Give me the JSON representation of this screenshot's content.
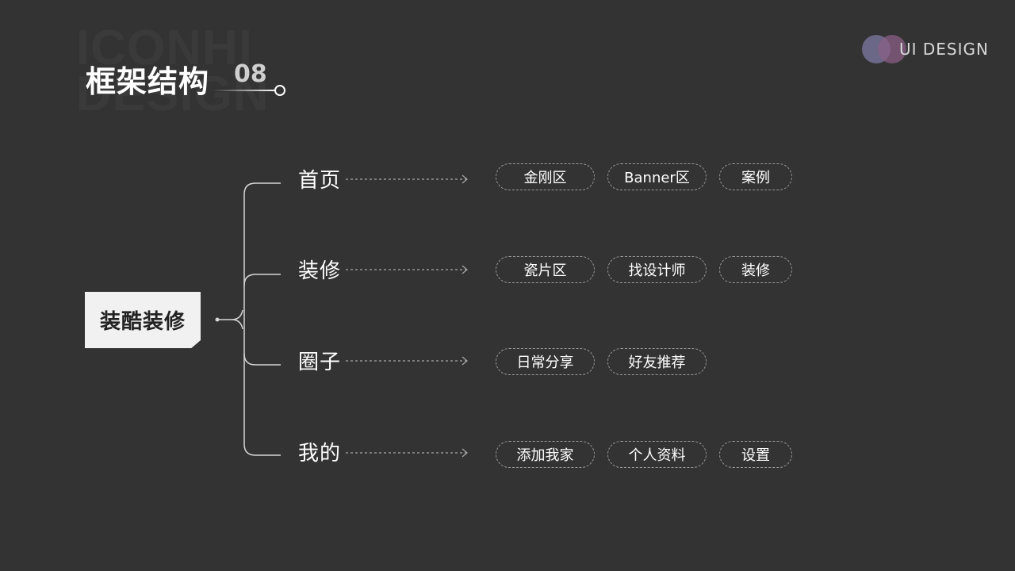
{
  "watermark": {
    "line1": "ICONHI",
    "line2": "DESIGN"
  },
  "header": {
    "title": "框架结构",
    "number": "08"
  },
  "brand": {
    "label": "UI DESIGN"
  },
  "root": {
    "label": "装酷装修"
  },
  "branches": [
    {
      "label": "首页",
      "items": [
        "金刚区",
        "Banner区",
        "案例"
      ]
    },
    {
      "label": "装修",
      "items": [
        "瓷片区",
        "找设计师",
        "装修"
      ]
    },
    {
      "label": "圈子",
      "items": [
        "日常分享",
        "好友推荐"
      ]
    },
    {
      "label": "我的",
      "items": [
        "添加我家",
        "个人资料",
        "设置"
      ]
    }
  ]
}
